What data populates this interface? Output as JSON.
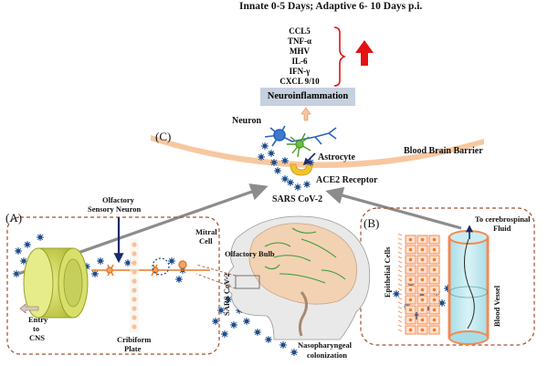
{
  "title": "Innate 0-5 Days; Adaptive 6- 10 Days p.i.",
  "cytokines": [
    "CCL5",
    "TNF-α",
    "MHV",
    "IL-6",
    "IFN-γ",
    "CXCL 9/10"
  ],
  "neuroinflammation": "Neuroinflammation",
  "panel_labels": {
    "a": "(A)",
    "b": "(B)",
    "c": "(C)"
  },
  "labels": {
    "neuron": "Neuron",
    "astrocyte": "Astrocyte",
    "bbb": "Blood Brain Barrier",
    "ace2": "ACE2 Receptor",
    "sars_top": "SARS CoV-2",
    "olfactory_sensory_1": "Olfactory",
    "olfactory_sensory_2": "Sensory Neuron",
    "mitral_1": "Mitral",
    "mitral_2": "Cell",
    "olfactory_bulb": "Olfactory Bulb",
    "entry_1": "Entry",
    "entry_2": "to",
    "entry_3": "CNS",
    "cribiform_1": "Cribiform",
    "cribiform_2": "Plate",
    "sars_rotated": "SARS CoV-2",
    "nasopharyngeal_1": "Nasopharyngeal",
    "nasopharyngeal_2": "colonization",
    "csf_1": "To cerebrospinal",
    "csf_2": "Fluid",
    "epithelial": "Epithelial Cells",
    "blood_vessel": "Blood Vessel"
  },
  "colors": {
    "up_arrow": "#e31313",
    "bracket": "#e31313",
    "bbb": "#f7c8a0",
    "virus": "#1f4e8c",
    "orange_dots": "#f47b20",
    "panel_border": "#a0522d",
    "vessel": "#c9ecf2",
    "epithelial": "#f28a52",
    "neuroinflammation_box": "#c7d0de"
  }
}
